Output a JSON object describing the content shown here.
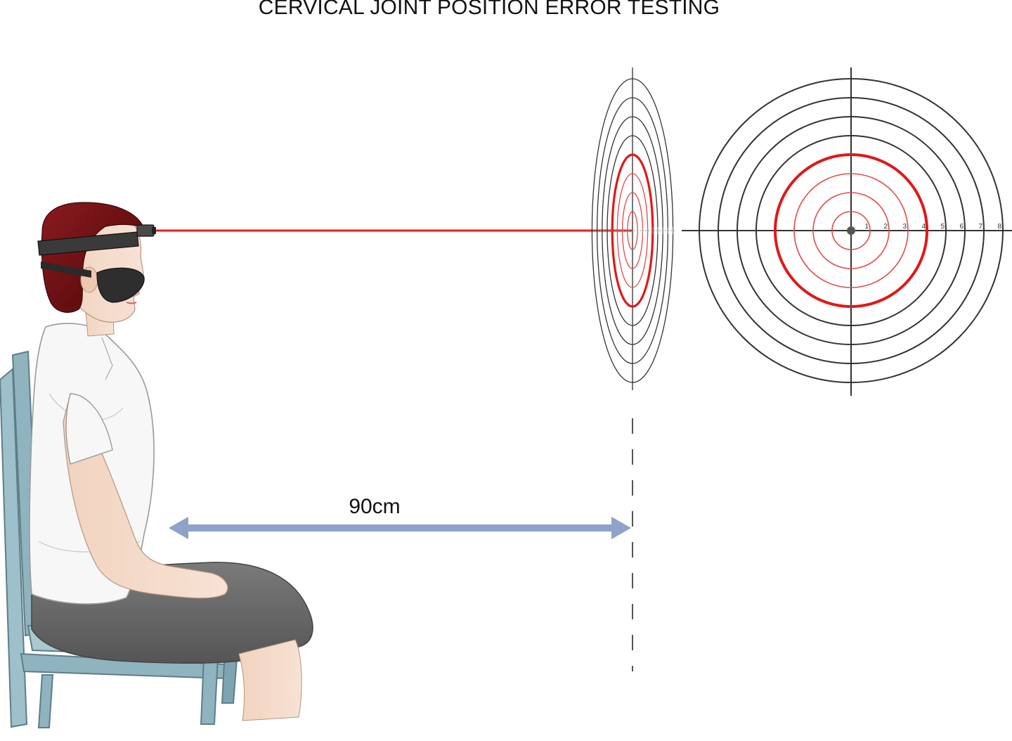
{
  "title": "CERVICAL JOINT POSITION ERROR TESTING",
  "distance_label": "90cm",
  "target": {
    "ring_numbers": [
      "1",
      "2",
      "3",
      "4",
      "5",
      "6",
      "7",
      "8"
    ],
    "highlight_ring": 4
  },
  "colors": {
    "laser": "#e32020",
    "inner_rings": "#e24a4a",
    "outer_rings": "#333333",
    "distance_arrow": "#8fa3c8",
    "hair": "#6e0f12",
    "chair": "#8fb3bf",
    "skirt": "#6b6b6b"
  },
  "icons": {
    "person": "seated-person-illustration",
    "headband": "laser-headband-icon",
    "blindfold": "blindfold-icon"
  }
}
